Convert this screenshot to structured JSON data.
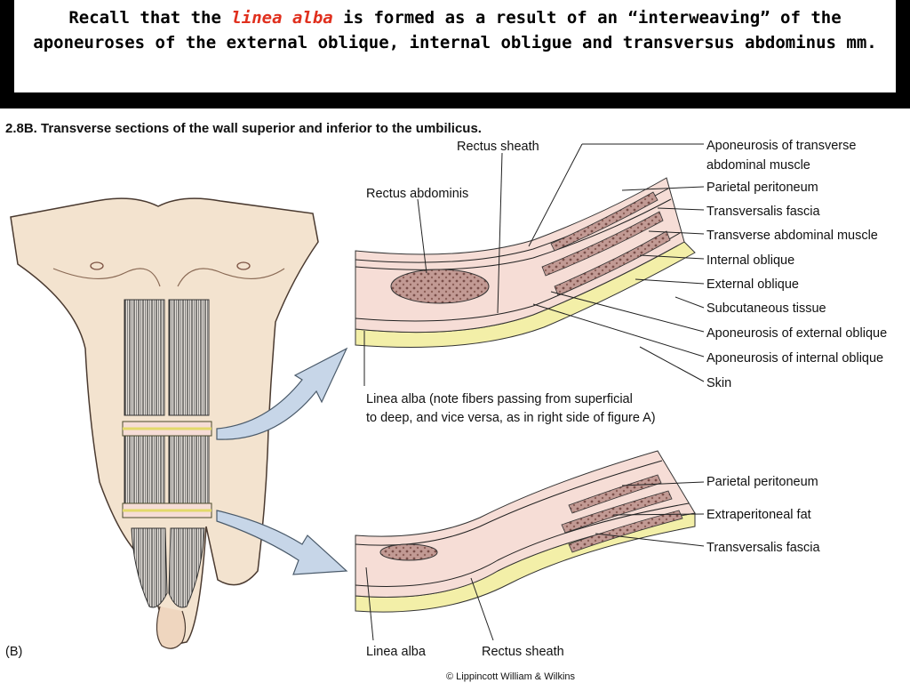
{
  "header": {
    "text_before": "Recall that the ",
    "emphasis": "linea alba",
    "text_after": " is formed as a result of an “interweaving” of the aponeuroses of the external oblique, internal obligue and transversus abdominus mm."
  },
  "figure": {
    "title": "2.8B. Transverse sections of the wall superior and inferior to the umbilicus.",
    "panel_label": "(B)",
    "copyright": "© Lippincott William & Wilkins"
  },
  "upper_section": {
    "left_labels": {
      "rectus_sheath": "Rectus sheath",
      "rectus_abdominis": "Rectus abdominis",
      "linea_alba_line1": "Linea alba (note fibers passing from superficial",
      "linea_alba_line2": "to deep, and vice versa, as in right side of figure A)"
    },
    "right_labels": [
      "Aponeurosis of transverse",
      "abdominal muscle",
      "Parietal peritoneum",
      "Transversalis fascia",
      "Transverse abdominal muscle",
      "Internal oblique",
      "External oblique",
      "Subcutaneous tissue",
      "Aponeurosis of external oblique",
      "Aponeurosis of internal oblique",
      "Skin"
    ]
  },
  "lower_section": {
    "right_labels": [
      "Parietal peritoneum",
      "Extraperitoneal fat",
      "Transversalis fascia"
    ],
    "bottom_labels": {
      "linea_alba": "Linea alba",
      "rectus_sheath": "Rectus sheath"
    }
  },
  "colors": {
    "skin": "#f3e3cf",
    "subcutaneous": "#f3efa8",
    "muscle": "#c7a39d",
    "layer_band": "#f6ddd6",
    "arrow": "#c7d6e8",
    "header_emphasis": "#e0301e"
  }
}
